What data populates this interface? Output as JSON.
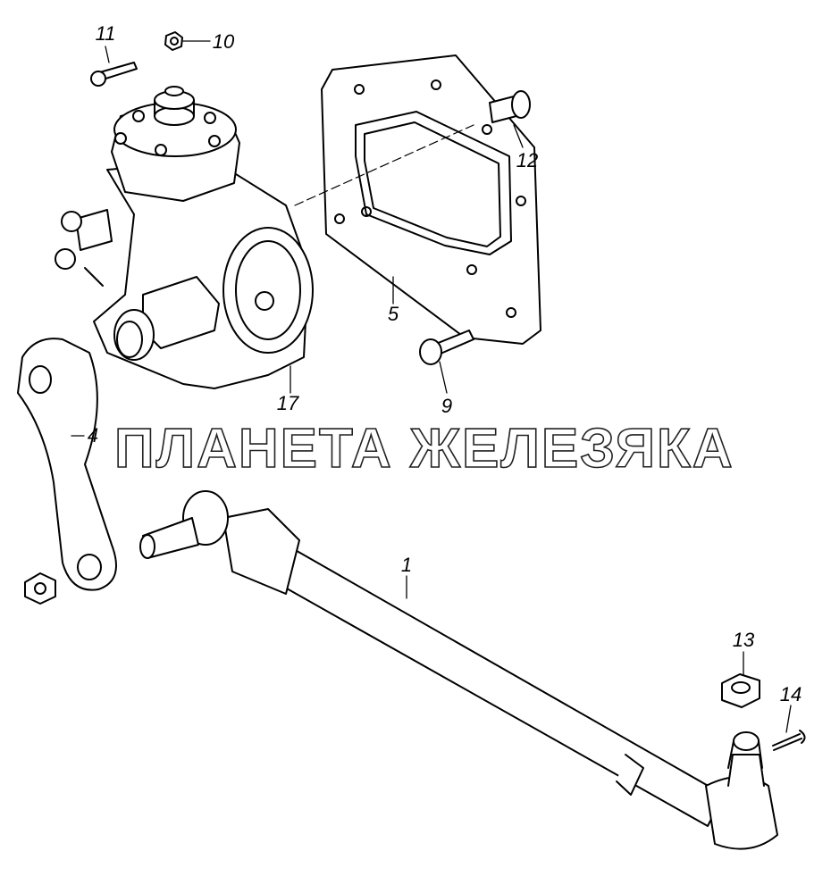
{
  "diagram": {
    "watermark": "ПЛАНЕТА ЖЕЛЕЗЯКА",
    "callouts": {
      "p11": "11",
      "p10": "10",
      "p12": "12",
      "p5": "5",
      "p17": "17",
      "p9": "9",
      "p4": "4",
      "p1": "1",
      "p13": "13",
      "p14": "14"
    }
  }
}
